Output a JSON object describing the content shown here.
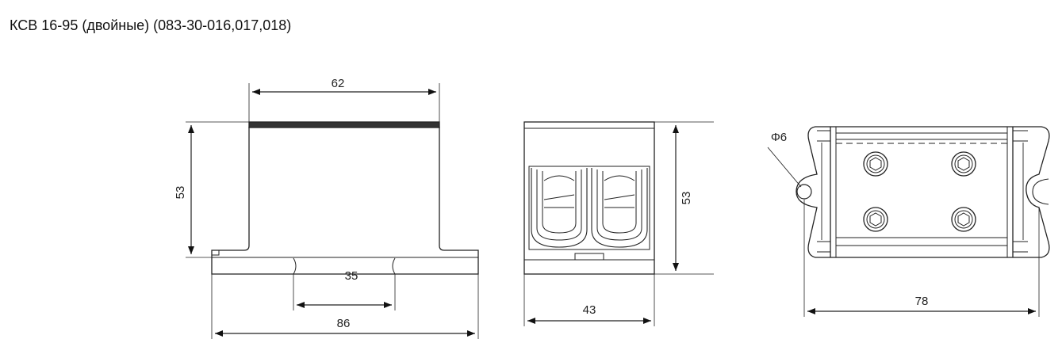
{
  "title": "КСВ 16-95 (двойные) (083-30-016,017,018)",
  "views": {
    "side": {
      "dim_top": "62",
      "dim_height": "53",
      "dim_rail": "35",
      "dim_base": "86"
    },
    "front": {
      "dim_height": "53",
      "dim_width": "43"
    },
    "top": {
      "dim_hole": "Φ6",
      "dim_width": "78"
    }
  }
}
